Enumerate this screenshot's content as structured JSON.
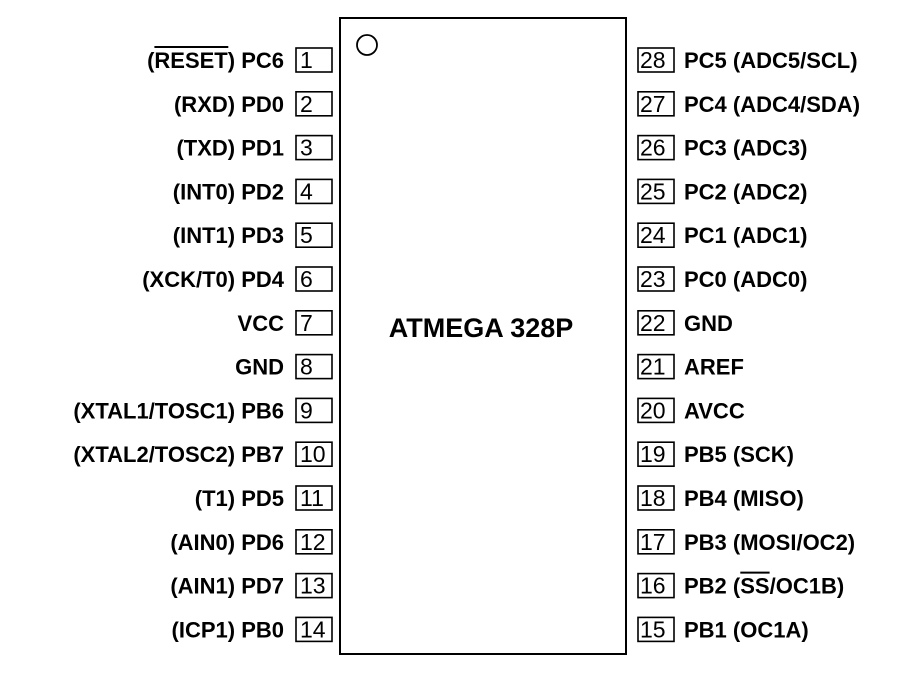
{
  "chip": {
    "title": "ATMEGA 328P"
  },
  "pins_left": [
    {
      "number": "1",
      "parts": [
        {
          "text": "(",
          "bar": false
        },
        {
          "text": "RESET",
          "bar": true
        },
        {
          "text": ") PC6",
          "bar": false
        }
      ]
    },
    {
      "number": "2",
      "parts": [
        {
          "text": "(RXD) PD0",
          "bar": false
        }
      ]
    },
    {
      "number": "3",
      "parts": [
        {
          "text": "(TXD) PD1",
          "bar": false
        }
      ]
    },
    {
      "number": "4",
      "parts": [
        {
          "text": "(INT0) PD2",
          "bar": false
        }
      ]
    },
    {
      "number": "5",
      "parts": [
        {
          "text": "(INT1) PD3",
          "bar": false
        }
      ]
    },
    {
      "number": "6",
      "parts": [
        {
          "text": "(XCK/T0) PD4",
          "bar": false
        }
      ]
    },
    {
      "number": "7",
      "parts": [
        {
          "text": "VCC",
          "bar": false
        }
      ]
    },
    {
      "number": "8",
      "parts": [
        {
          "text": "GND",
          "bar": false
        }
      ]
    },
    {
      "number": "9",
      "parts": [
        {
          "text": "(XTAL1/TOSC1) PB6",
          "bar": false
        }
      ]
    },
    {
      "number": "10",
      "parts": [
        {
          "text": "(XTAL2/TOSC2) PB7",
          "bar": false
        }
      ]
    },
    {
      "number": "11",
      "parts": [
        {
          "text": "(T1) PD5",
          "bar": false
        }
      ]
    },
    {
      "number": "12",
      "parts": [
        {
          "text": "(AIN0) PD6",
          "bar": false
        }
      ]
    },
    {
      "number": "13",
      "parts": [
        {
          "text": "(AIN1) PD7",
          "bar": false
        }
      ]
    },
    {
      "number": "14",
      "parts": [
        {
          "text": "(ICP1) PB0",
          "bar": false
        }
      ]
    }
  ],
  "pins_right": [
    {
      "number": "28",
      "parts": [
        {
          "text": "PC5 (ADC5/SCL)",
          "bar": false
        }
      ]
    },
    {
      "number": "27",
      "parts": [
        {
          "text": "PC4 (ADC4/SDA)",
          "bar": false
        }
      ]
    },
    {
      "number": "26",
      "parts": [
        {
          "text": "PC3 (ADC3)",
          "bar": false
        }
      ]
    },
    {
      "number": "25",
      "parts": [
        {
          "text": "PC2 (ADC2)",
          "bar": false
        }
      ]
    },
    {
      "number": "24",
      "parts": [
        {
          "text": "PC1 (ADC1)",
          "bar": false
        }
      ]
    },
    {
      "number": "23",
      "parts": [
        {
          "text": "PC0 (ADC0)",
          "bar": false
        }
      ]
    },
    {
      "number": "22",
      "parts": [
        {
          "text": "GND",
          "bar": false
        }
      ]
    },
    {
      "number": "21",
      "parts": [
        {
          "text": "AREF",
          "bar": false
        }
      ]
    },
    {
      "number": "20",
      "parts": [
        {
          "text": "AVCC",
          "bar": false
        }
      ]
    },
    {
      "number": "19",
      "parts": [
        {
          "text": "PB5 (SCK)",
          "bar": false
        }
      ]
    },
    {
      "number": "18",
      "parts": [
        {
          "text": "PB4 (MISO)",
          "bar": false
        }
      ]
    },
    {
      "number": "17",
      "parts": [
        {
          "text": "PB3 (MOSI/OC2)",
          "bar": false
        }
      ]
    },
    {
      "number": "16",
      "parts": [
        {
          "text": "PB2 (",
          "bar": false
        },
        {
          "text": "SS",
          "bar": true
        },
        {
          "text": "/OC1B)",
          "bar": false
        }
      ]
    },
    {
      "number": "15",
      "parts": [
        {
          "text": "PB1 (OC1A)",
          "bar": false
        }
      ]
    }
  ]
}
